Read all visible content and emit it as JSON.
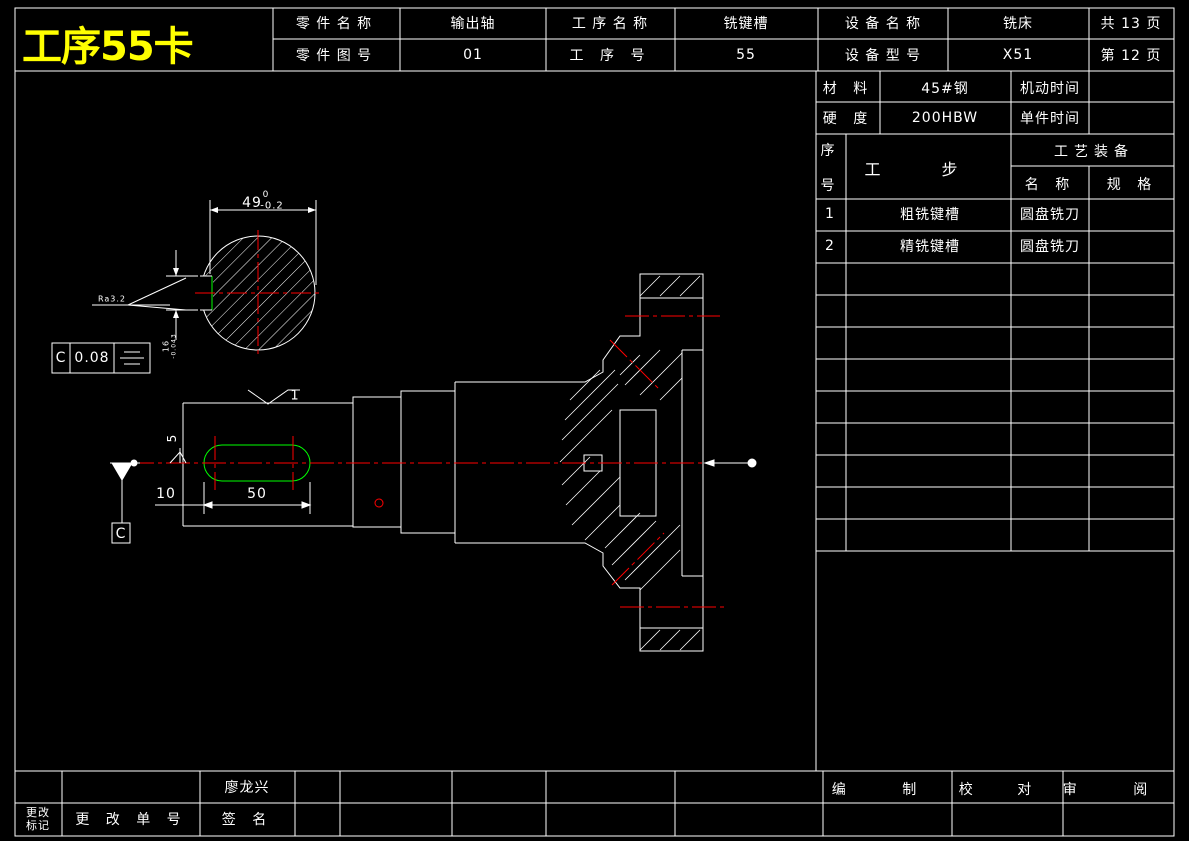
{
  "card_title": "工序55卡",
  "header": {
    "part_name_label": "零 件 名 称",
    "part_name": "输出轴",
    "part_no_label": "零 件 图 号",
    "part_no": "01",
    "op_name_label": "工 序 名 称",
    "op_name": "铣键槽",
    "op_no_label": "工 序 号",
    "op_no": "55",
    "equip_name_label": "设 备 名 称",
    "equip_name": "铣床",
    "equip_model_label": "设 备 型 号",
    "equip_model": "X51",
    "total_pages": "共 13 页",
    "page": "第 12 页"
  },
  "info": {
    "material_label": "材 料",
    "material": "45#钢",
    "machine_time_label": "机动时间",
    "hardness_label": "硬 度",
    "hardness": "200HBW",
    "unit_time_label": "单件时间"
  },
  "steps_header": {
    "seq_a": "序",
    "seq_b": "号",
    "step": "工 步",
    "equipment": "工艺装备",
    "name": "名 称",
    "spec": "规 格"
  },
  "steps": [
    {
      "no": "1",
      "step": "粗铣键槽",
      "tool": "圆盘铣刀",
      "spec": ""
    },
    {
      "no": "2",
      "step": "精铣键槽",
      "tool": "圆盘铣刀",
      "spec": ""
    }
  ],
  "footer": {
    "name": "廖龙兴",
    "change_mark": "更改标记",
    "change_no": "更 改 单 号",
    "sign": "签 名",
    "compile": "编 制",
    "check": "校 对",
    "review": "审 阅"
  },
  "drawing": {
    "dim_49": "49",
    "tol_upper": "0",
    "tol_lower": "-0.2",
    "roughness": "Ra3.2",
    "depth_tol": "16",
    "depth_tol_b": "-0.043",
    "fcf_datum": "C",
    "fcf_value": "0.08",
    "roughness_1": "1",
    "dim_5": "5",
    "dim_10": "10",
    "dim_50": "50",
    "datum_c": "C"
  },
  "colors": {
    "line": "#ffffff",
    "center": "#ff0000",
    "keyway": "#00ff00",
    "title": "#ffff00"
  }
}
